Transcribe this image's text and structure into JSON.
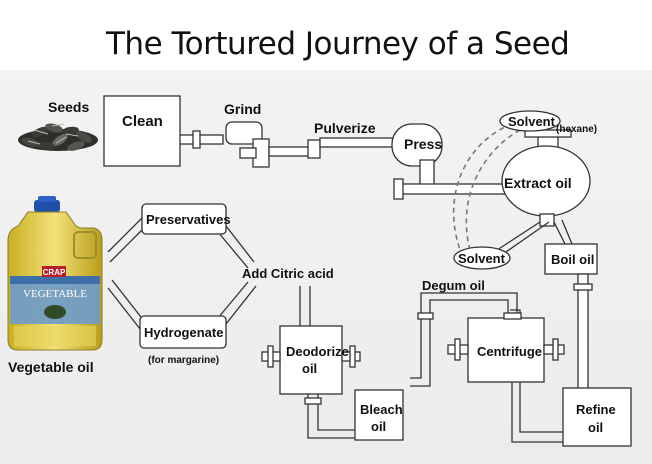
{
  "title": "The Tortured Journey of a Seed",
  "labels": {
    "seeds": "Seeds",
    "clean": "Clean",
    "grind": "Grind",
    "pulverize": "Pulverize",
    "press": "Press",
    "solvent_top": "Solvent",
    "hexane": "(hexane)",
    "extract_oil": "Extract oil",
    "solvent_bottom": "Solvent",
    "boil_oil": "Boil oil",
    "preservatives": "Preservatives",
    "add_citric": "Add Citric acid",
    "degum_oil": "Degum oil",
    "hydrogenate": "Hydrogenate",
    "for_margarine": "(for margarine)",
    "deodorize_line1": "Deodorize",
    "deodorize_line2": "oil",
    "centrifuge": "Centrifuge",
    "bleach_line1": "Bleach",
    "bleach_line2": "oil",
    "refine_line1": "Refine",
    "refine_line2": "oil",
    "vegetable_oil": "Vegetable oil",
    "bottle_brand": "CRAP",
    "bottle_label": "VEGETABLE"
  },
  "colors": {
    "oil": "#d8c23a",
    "bottle_cap": "#1f4fa8",
    "bottle_label": "#6f9bc8",
    "seed": "#3a3a36"
  }
}
